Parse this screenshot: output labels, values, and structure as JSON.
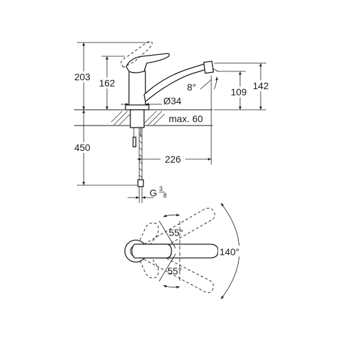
{
  "side_view": {
    "height_total": "203",
    "height_lever": "162",
    "height_spout": "142",
    "height_outlet": "109",
    "spout_angle": "8°",
    "base_diameter": "Ø34",
    "deck_thickness": "max. 60",
    "hose_length": "450",
    "spout_reach": "226",
    "thread_letter": "G",
    "thread_num": "3",
    "thread_den": "8"
  },
  "top_view": {
    "swing_upper": "55°",
    "swing_lower": "55°",
    "spout_swivel": "140°"
  }
}
